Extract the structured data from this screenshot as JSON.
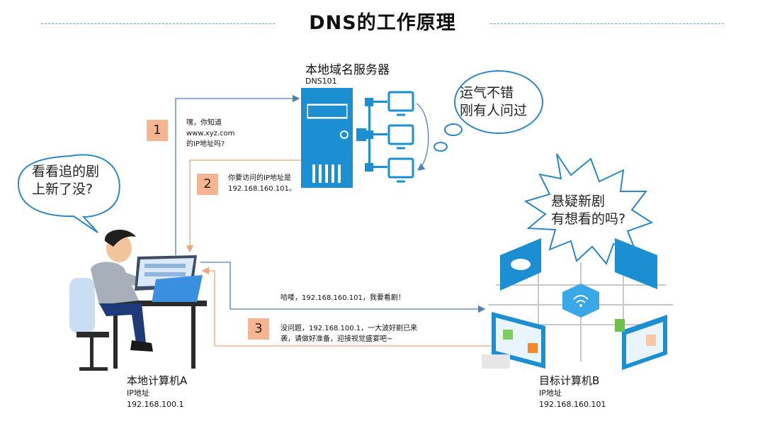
{
  "title": "DNS的工作原理",
  "server": {
    "title": "本地域名服务器",
    "name": "DNS101"
  },
  "bubbles": {
    "server_line1": "运气不错",
    "server_line2": "刚有人问过",
    "user_line1": "看看追的剧",
    "user_line2": "上新了没?",
    "target_line1": "悬疑新剧",
    "target_line2": "有想看的吗?"
  },
  "steps": [
    {
      "num": "1",
      "line1": "嘿，你知道",
      "line2": "www.xyz.com",
      "line3": "的IP地址吗?"
    },
    {
      "num": "2",
      "line1": "你要访问的IP地址是",
      "line2": "192.168.160.101。"
    },
    {
      "num": "3",
      "line1": "没问题，192.168.100.1，一大波好剧已来",
      "line2": "袭，请做好准备，迎接视觉盛宴吧~"
    }
  ],
  "request_msg": "哈喽，192.168.160.101，我要看剧！",
  "computer_a": {
    "name": "本地计算机A",
    "ip_label": "IP地址",
    "ip": "192.168.100.1"
  },
  "computer_b": {
    "name": "目标计算机B",
    "ip_label": "IP地址",
    "ip": "192.168.160.101"
  },
  "colors": {
    "blue": "#1b8fd1",
    "orange_arrow": "#f0a57a",
    "blue_arrow": "#4f7fb5",
    "step_bg": "#f5b591"
  }
}
